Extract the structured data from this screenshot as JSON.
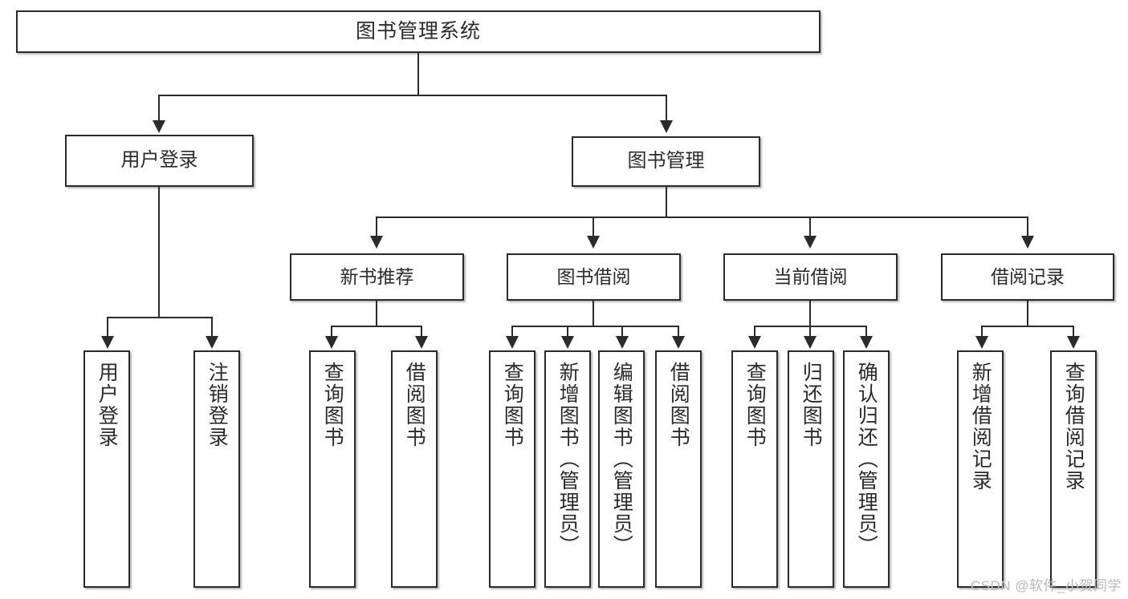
{
  "diagram": {
    "type": "tree-hierarchy",
    "title": "图书管理系统",
    "root": {
      "label": "图书管理系统"
    },
    "level2": [
      {
        "label": "用户登录"
      },
      {
        "label": "图书管理"
      }
    ],
    "level3": [
      {
        "label": "新书推荐",
        "parent": "图书管理"
      },
      {
        "label": "图书借阅",
        "parent": "图书管理"
      },
      {
        "label": "当前借阅",
        "parent": "图书管理"
      },
      {
        "label": "借阅记录",
        "parent": "图书管理"
      }
    ],
    "leaves": [
      {
        "label": "用户登录",
        "parent": "用户登录"
      },
      {
        "label": "注销登录",
        "parent": "用户登录"
      },
      {
        "label": "查询图书",
        "parent": "新书推荐"
      },
      {
        "label": "借阅图书",
        "parent": "新书推荐"
      },
      {
        "label": "查询图书",
        "parent": "图书借阅"
      },
      {
        "label": "新增图书（管理员）",
        "parent": "图书借阅"
      },
      {
        "label": "编辑图书（管理员）",
        "parent": "图书借阅"
      },
      {
        "label": "借阅图书",
        "parent": "图书借阅"
      },
      {
        "label": "查询图书",
        "parent": "当前借阅"
      },
      {
        "label": "归还图书",
        "parent": "当前借阅"
      },
      {
        "label": "确认归还（管理员）",
        "parent": "当前借阅"
      },
      {
        "label": "新增借阅记录",
        "parent": "借阅记录"
      },
      {
        "label": "查询借阅记录",
        "parent": "借阅记录"
      }
    ]
  },
  "watermark": {
    "text": "CSDN @软件_小贺同学"
  },
  "colors": {
    "stroke": "#2b2b2b",
    "fill": "#ffffff",
    "watermark": "#b9b9b9"
  }
}
